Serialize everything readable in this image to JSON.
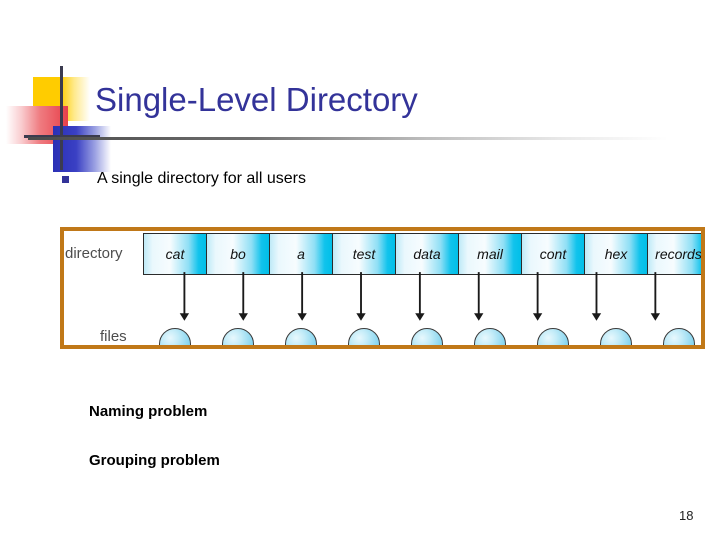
{
  "slide": {
    "title": "Single-Level Directory",
    "page_number": "18",
    "bullet": {
      "marker": "square-bullet",
      "text": "A single directory for all users"
    },
    "notes": [
      "Naming problem",
      "Grouping problem"
    ]
  },
  "diagram": {
    "row_labels": {
      "directory": "directory",
      "files": "files"
    },
    "entries": [
      "cat",
      "bo",
      "a",
      "test",
      "data",
      "mail",
      "cont",
      "hex",
      "records"
    ],
    "file_count": 9
  },
  "colors": {
    "title": "#333399",
    "bullet_marker": "#333399",
    "diagram_border": "#C07818",
    "cell_accent": "#00BFE8",
    "file_node": "#8FD8F0",
    "logo_yellow": "#FFCC00",
    "logo_red": "#E8404A",
    "logo_blue": "#2B30B5",
    "logo_line": "#3B3B4F"
  }
}
